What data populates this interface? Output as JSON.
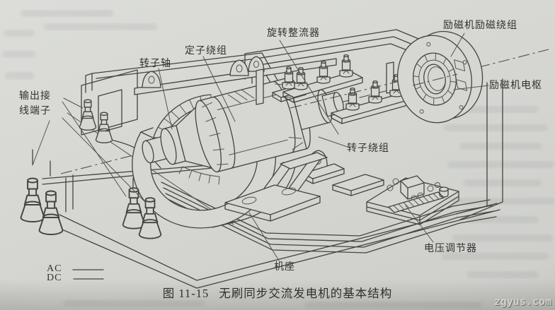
{
  "figure": {
    "caption_number": "图 11-15",
    "caption_title": "无刷同步交流发电机的基本结构",
    "watermark": "zgyus.com",
    "legend": {
      "ac": "AC",
      "dc": "DC"
    },
    "labels": {
      "output_terminals_line1": "输出接",
      "output_terminals_line2": "线端子",
      "rotor_shaft": "转子轴",
      "stator_winding": "定子绕组",
      "rotating_rectifier": "旋转整流器",
      "exciter_field_winding": "励磁机励磁绕组",
      "exciter_armature": "励磁机电枢",
      "rotor_winding": "转子绕组",
      "voltage_regulator": "电压调节器",
      "machine_base": "机座"
    },
    "colors": {
      "paper": "#d6d7d3",
      "ink": "#44443f"
    }
  }
}
